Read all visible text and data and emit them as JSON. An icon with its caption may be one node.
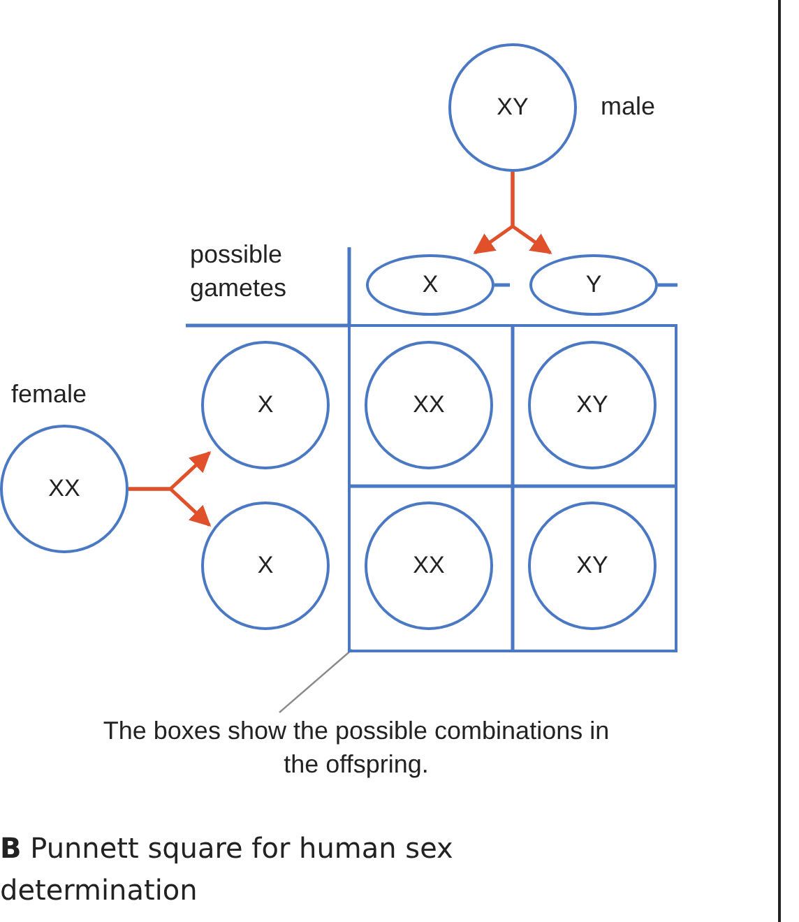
{
  "diagram": {
    "caption": "**B** Punnett square for human sex determination",
    "nodes": [
      {
        "text": [
          "XY"
        ],
        "beside": [
          "male"
        ]
      },
      {
        "text": [
          "X"
        ]
      },
      {
        "text": [
          "Y"
        ]
      },
      {
        "text": [
          "XX"
        ],
        "beside": [
          "female"
        ]
      },
      {
        "text": [
          "X"
        ]
      },
      {
        "text": [
          "X"
        ]
      },
      {
        "text": [],
        "shape": "box"
      },
      {
        "text": [
          "XX"
        ],
        "in": 6
      },
      {
        "text": [
          "XY"
        ],
        "in": 6
      },
      {
        "text": [
          "XX"
        ],
        "in": 6
      },
      {
        "text": [
          "XY"
        ],
        "in": 6
      },
      {
        "text": [
          "The boxes show the possible combinations in the offspring."
        ]
      }
    ],
    "edges": [
      {
        "from": 0,
        "to": 1,
        "arrow": "to"
      },
      {
        "from": 0,
        "to": 2,
        "arrow": "to"
      },
      {
        "from": 3,
        "to": 4,
        "arrow": "to"
      },
      {
        "from": 3,
        "to": 5,
        "arrow": "to"
      },
      {
        "from": 11,
        "to": 6,
        "arrow": "none",
        "color": "#8a8a8a"
      }
    ],
    "labels": [
      "possible gametes"
    ]
  }
}
